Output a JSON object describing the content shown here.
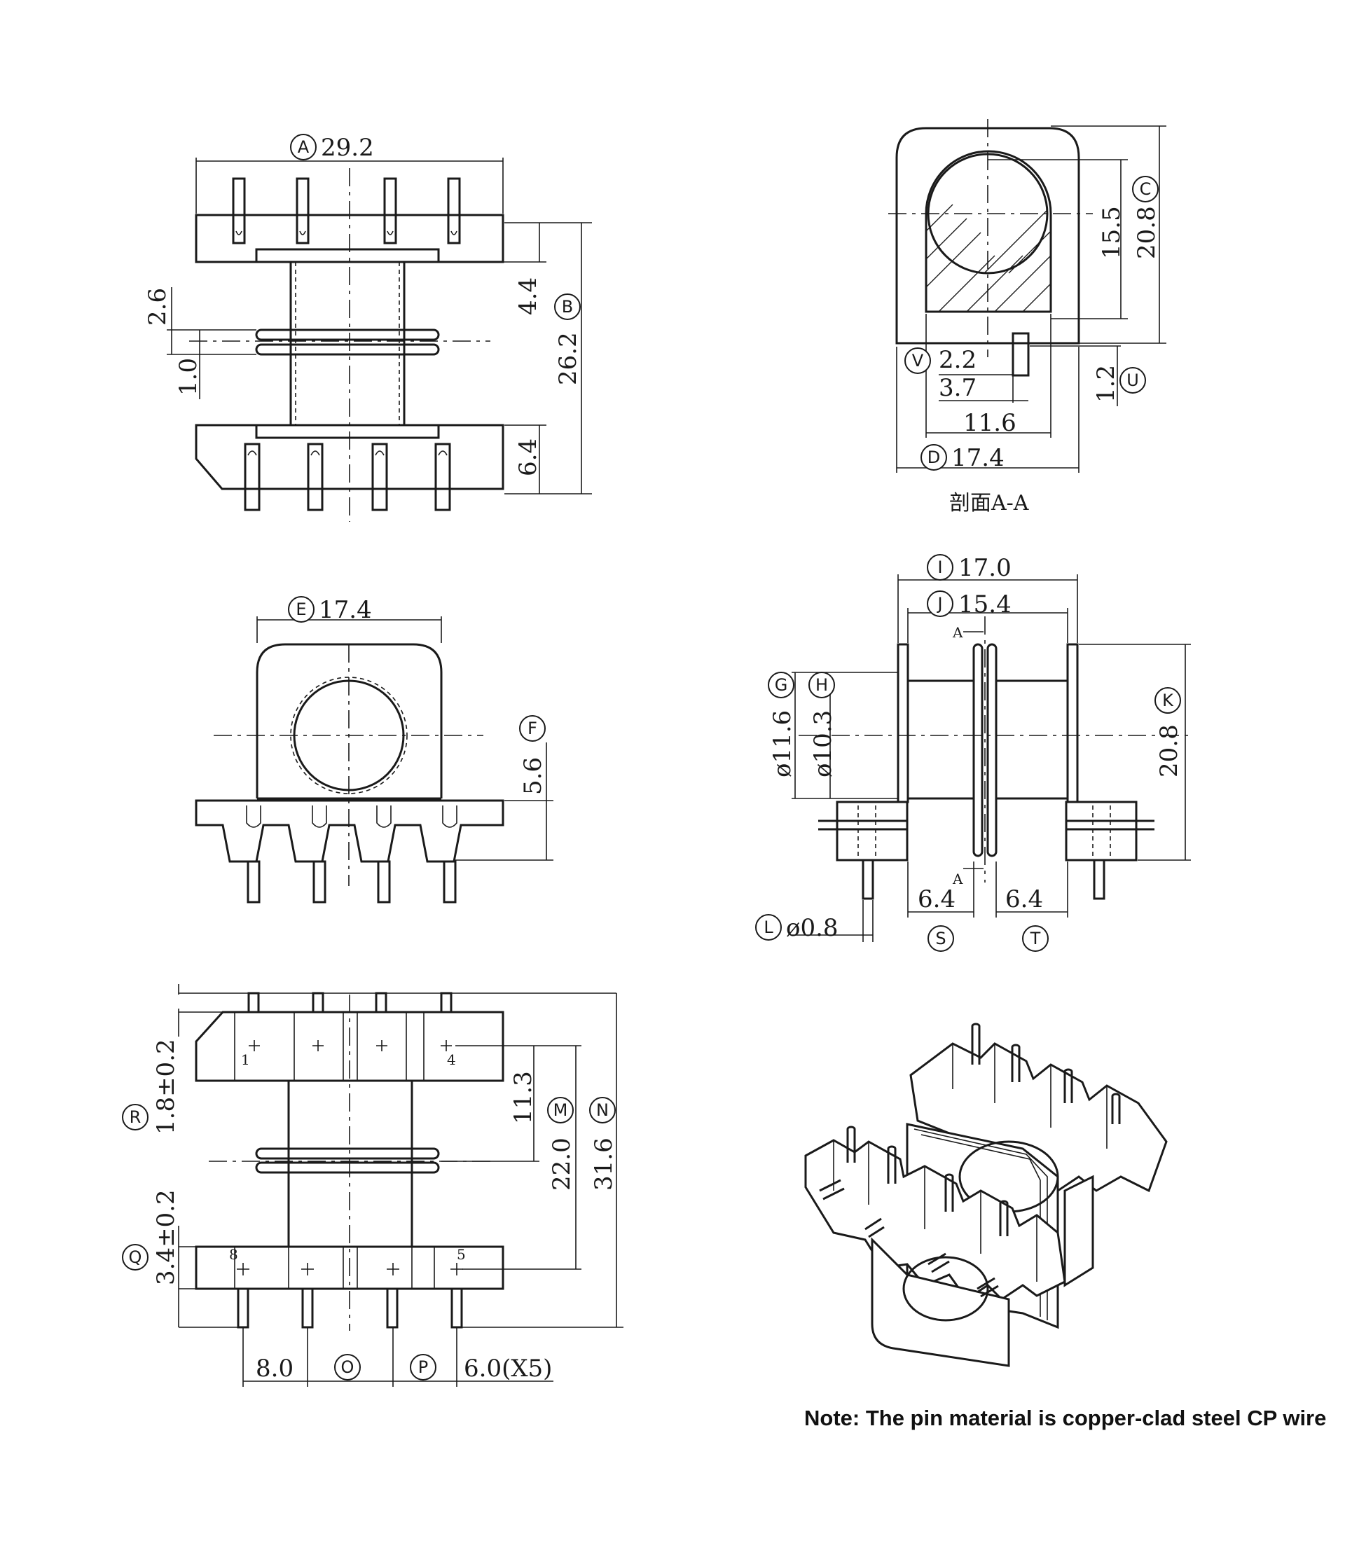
{
  "dimensions": {
    "A": {
      "letter": "A",
      "value": "29.2"
    },
    "B": {
      "letter": "B",
      "value": "26.2"
    },
    "C": {
      "letter": "C",
      "value": "20.8"
    },
    "D": {
      "letter": "D",
      "value": "17.4"
    },
    "E": {
      "letter": "E",
      "value": "17.4"
    },
    "F": {
      "letter": "F",
      "value": "5.6"
    },
    "G": {
      "letter": "G",
      "value": "ø11.6"
    },
    "H": {
      "letter": "H",
      "value": "ø10.3"
    },
    "I": {
      "letter": "I",
      "value": "17.0"
    },
    "J": {
      "letter": "J",
      "value": "15.4"
    },
    "K": {
      "letter": "K",
      "value": "20.8"
    },
    "L": {
      "letter": "L",
      "value": "ø0.8"
    },
    "M": {
      "letter": "M",
      "value": "22.0"
    },
    "N": {
      "letter": "N",
      "value": "31.6"
    },
    "O": {
      "letter": "O",
      "value": "8.0"
    },
    "P": {
      "letter": "P",
      "value": "6.0(X5)"
    },
    "Q": {
      "letter": "Q",
      "value": "3.4±0.2"
    },
    "R": {
      "letter": "R",
      "value": "1.8±0.2"
    },
    "S": {
      "letter": "S",
      "value": "6.4"
    },
    "T": {
      "letter": "T",
      "value": "6.4"
    },
    "U": {
      "letter": "U",
      "value": "1.2"
    },
    "V": {
      "letter": "V",
      "value": "2.2"
    }
  },
  "unlabeled": {
    "front_4_4": "4.4",
    "front_2_6": "2.6",
    "front_1_0": "1.0",
    "front_6_4": "6.4",
    "section_15_5": "15.5",
    "section_3_7": "3.7",
    "section_11_6": "11.6",
    "bottom_11_3": "11.3"
  },
  "section_caption": "剖面A-A",
  "section_marker": "A",
  "pin_numbers": [
    "1",
    "4",
    "8",
    "5"
  ],
  "note": "Note: The pin material is copper-clad steel CP wire"
}
